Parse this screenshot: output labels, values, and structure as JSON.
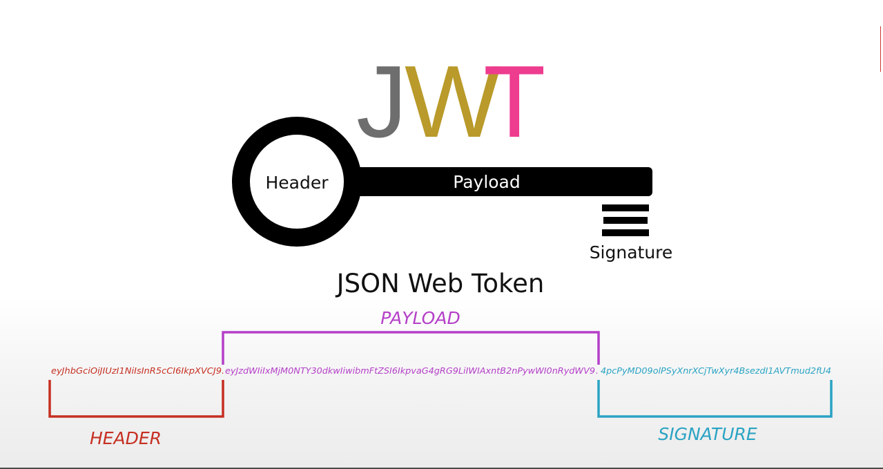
{
  "logo": {
    "letters": [
      {
        "char": "J",
        "color": "#6e6e6e"
      },
      {
        "char": "W",
        "color": "#b99a2a"
      },
      {
        "char": "T",
        "color": "#ee3c8f"
      }
    ]
  },
  "key": {
    "bow_label": "Header",
    "shaft_label": "Payload",
    "bit_label": "Signature"
  },
  "subtitle": "JSON Web Token",
  "token": {
    "header": {
      "text": "eyJhbGciOiJIUzI1NiIsInR5cCI6IkpXVCJ9",
      "label": "HEADER",
      "color": "#c62f22"
    },
    "dot1": ".",
    "payload": {
      "text": "eyJzdWIiIxMjM0NTY30dkwIiwibmFtZSI6IkpvaG4gRG9LiIWIAxntB2nPywWI0nRydWV9",
      "label": "PAYLOAD",
      "color": "#b43fc8"
    },
    "dot2": ".",
    "signature": {
      "text": "4pcPyMD09olPSyXnrXCjTwXyr4BsezdI1AVTmud2fU4",
      "label": "SIGNATURE",
      "color": "#2aa3c3"
    }
  }
}
